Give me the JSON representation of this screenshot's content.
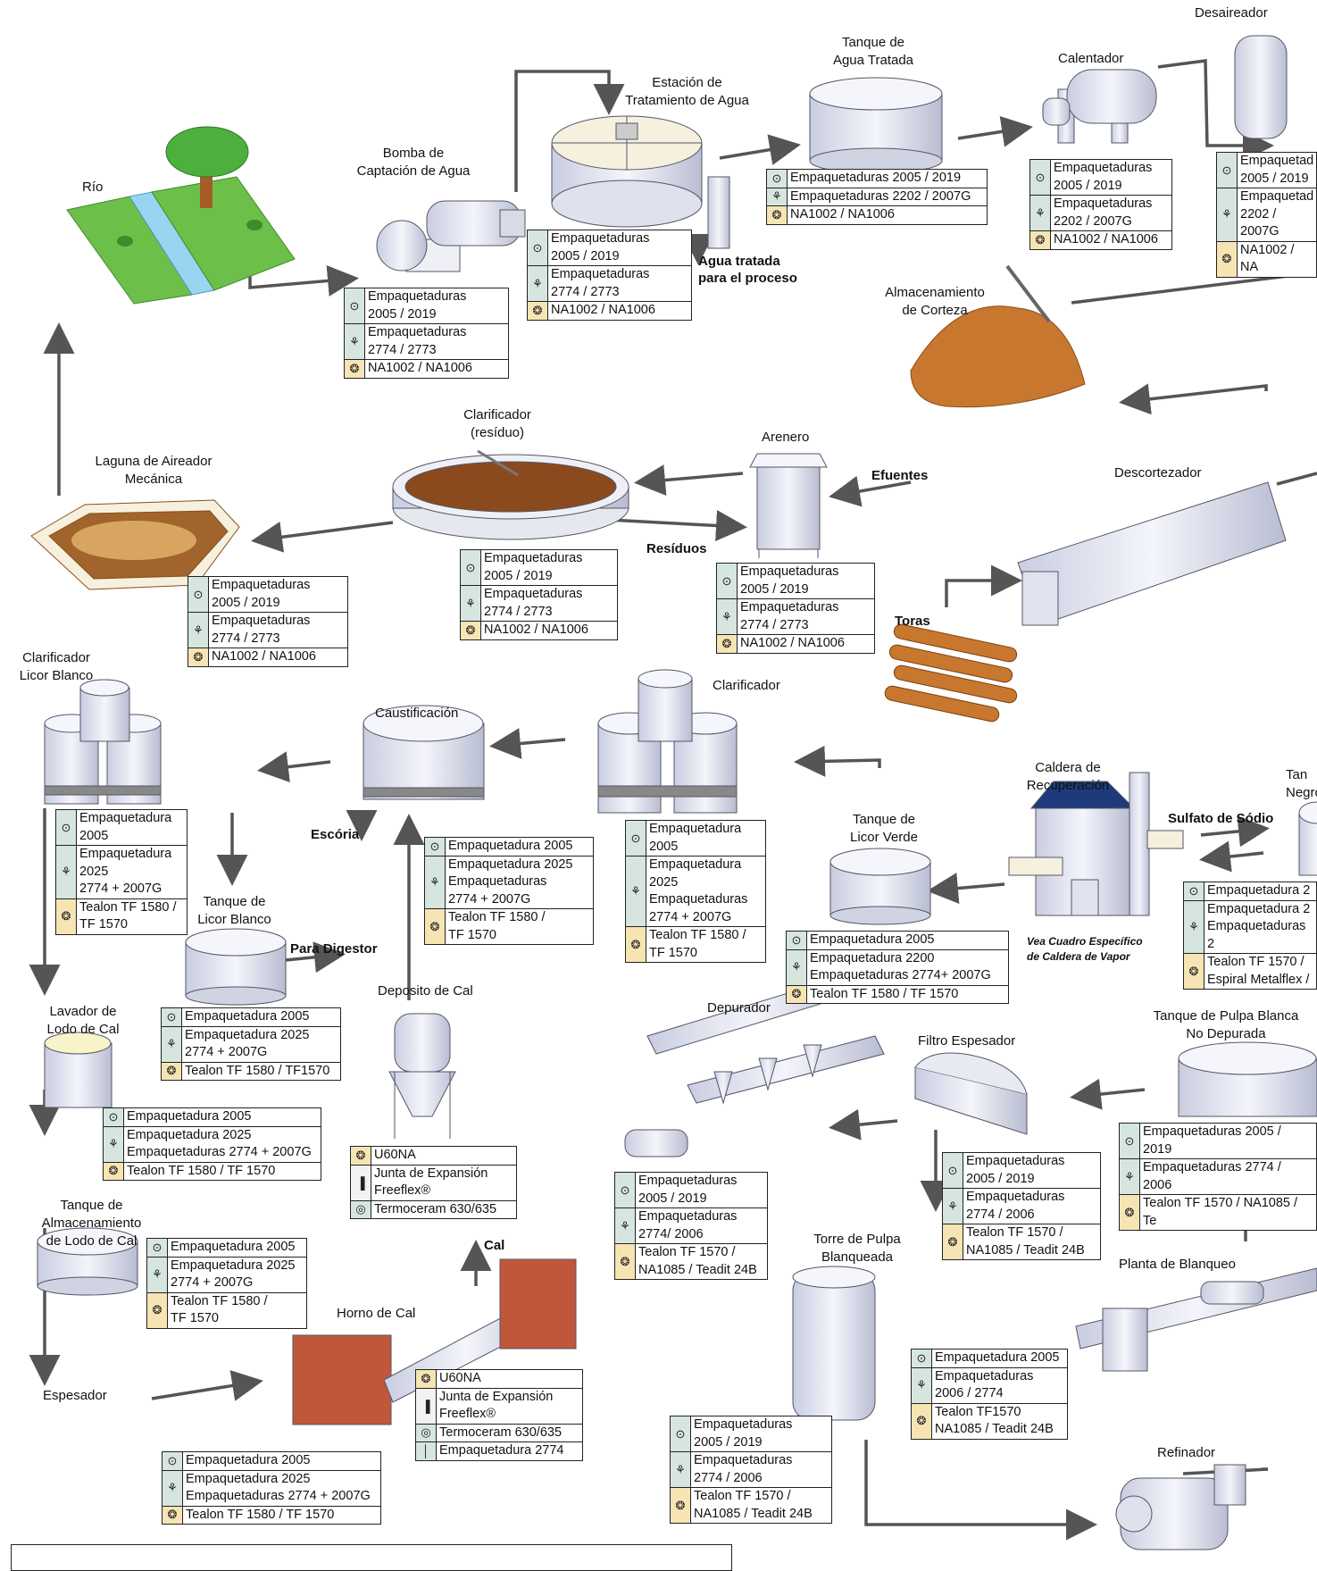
{
  "labels": {
    "rio": "Río",
    "bomba": "Bomba de\nCaptación de Agua",
    "estacion": "Estación de\nTratamiento de Agua",
    "agua_tratada": "Agua tratada\npara el proceso",
    "tanque_agua": "Tanque de\nAgua Tratada",
    "calentador": "Calentador",
    "desaireador": "Desaireador",
    "corteza": "Almacenamiento\nde Corteza",
    "clarificador_res": "Clarificador\n(resíduo)",
    "arenero": "Arenero",
    "efluentes": "Efuentes",
    "residuos": "Resíduos",
    "descortezador": "Descortezador",
    "toras": "Toras",
    "laguna": "Laguna de Aireador\nMecánica",
    "clar_licor": "Clarificador\nLicor Blanco",
    "caustificacion": "Caustificación",
    "clarificador": "Clarificador",
    "escoria": "Escória",
    "tanque_licor_blanco": "Tanque de\nLicor Blanco",
    "para_digestor": "Para Digestor",
    "tanque_licor_verde": "Tanque de\nLicor Verde",
    "caldera": "Caldera de\nRecuperación",
    "sulfato": "Sulfato de Sódio",
    "tanque_negro": "Tan\nNegro",
    "vea": "Vea Cuadro Específico\nde Caldera de Vapor",
    "lavador": "Lavador de\nLodo de Cal",
    "deposito": "Deposito de Cal",
    "depurador": "Depurador",
    "filtro": "Filtro Espesador",
    "tanque_pulpa": "Tanque de Pulpa Blanca\nNo Depurada",
    "tanque_almacen": "Tanque de Almacenamiento\nde Lodo de Cal",
    "cal": "Cal",
    "horno": "Horno de Cal",
    "torre": "Torre de Pulpa\nBlanqueada",
    "planta": "Planta de Blanqueo",
    "espesador": "Espesador",
    "refinador": "Refinador"
  },
  "tables": {
    "bomba": [
      [
        "pump",
        "Empaquetaduras\n2005 / 2019"
      ],
      [
        "valve",
        "Empaquetaduras\n2774 / 2773"
      ],
      [
        "gasket",
        "NA1002 / NA1006"
      ]
    ],
    "estacion": [
      [
        "pump",
        "Empaquetaduras\n2005 / 2019"
      ],
      [
        "valve",
        "Empaquetaduras\n2774 / 2773"
      ],
      [
        "gasket",
        "NA1002 / NA1006"
      ]
    ],
    "tanque_agua": [
      [
        "pump",
        "Empaquetaduras 2005 / 2019"
      ],
      [
        "valve",
        "Empaquetaduras 2202 / 2007G"
      ],
      [
        "gasket",
        "NA1002 / NA1006"
      ]
    ],
    "calentador": [
      [
        "pump",
        "Empaquetaduras\n2005 / 2019"
      ],
      [
        "valve",
        "Empaquetaduras\n2202 / 2007G"
      ],
      [
        "gasket",
        "NA1002 / NA1006"
      ]
    ],
    "desaireador": [
      [
        "pump",
        "Empaquetad\n2005 / 2019"
      ],
      [
        "valve",
        "Empaquetad\n2202 / 2007G"
      ],
      [
        "gasket",
        "NA1002 / NA"
      ]
    ],
    "laguna": [
      [
        "pump",
        "Empaquetaduras\n2005 / 2019"
      ],
      [
        "valve",
        "Empaquetaduras\n2774 / 2773"
      ],
      [
        "gasket",
        "NA1002 / NA1006"
      ]
    ],
    "clarificador_res": [
      [
        "pump",
        "Empaquetaduras\n2005 / 2019"
      ],
      [
        "valve",
        "Empaquetaduras\n2774 / 2773"
      ],
      [
        "gasket",
        "NA1002 / NA1006"
      ]
    ],
    "arenero": [
      [
        "pump",
        "Empaquetaduras\n2005 / 2019"
      ],
      [
        "valve",
        "Empaquetaduras\n2774 / 2773"
      ],
      [
        "gasket",
        "NA1002 / NA1006"
      ]
    ],
    "clar_licor": [
      [
        "pump",
        "Empaquetadura\n2005"
      ],
      [
        "valve",
        "Empaquetadura\n2025\n2774 + 2007G"
      ],
      [
        "gasket",
        "Tealon TF 1580 /\nTF 1570"
      ]
    ],
    "caustificacion": [
      [
        "pump",
        "Empaquetadura 2005"
      ],
      [
        "valve",
        "Empaquetadura 2025\nEmpaquetaduras\n2774 + 2007G"
      ],
      [
        "gasket",
        "Tealon TF 1580 /\nTF 1570"
      ]
    ],
    "clarificador": [
      [
        "pump",
        "Empaquetadura\n2005"
      ],
      [
        "valve",
        "Empaquetadura\n2025\nEmpaquetaduras\n2774 + 2007G"
      ],
      [
        "gasket",
        "Tealon TF 1580 /\nTF 1570"
      ]
    ],
    "tanque_licor_verde": [
      [
        "pump",
        "Empaquetadura 2005"
      ],
      [
        "valve",
        "Empaquetadura 2200\nEmpaquetaduras 2774+ 2007G"
      ],
      [
        "gasket",
        "Tealon TF 1580 / TF 1570"
      ]
    ],
    "tanque_negro": [
      [
        "pump",
        "Empaquetadura 2"
      ],
      [
        "valve",
        "Empaquetadura 2\nEmpaquetaduras 2"
      ],
      [
        "gasket",
        "Tealon TF 1570 /\nEspiral Metalflex /"
      ]
    ],
    "tanque_licor_blanco": [
      [
        "pump",
        "Empaquetadura 2005"
      ],
      [
        "valve",
        "Empaquetadura 2025\n2774 + 2007G"
      ],
      [
        "gasket",
        "Tealon TF 1580 / TF1570"
      ]
    ],
    "lavador": [
      [
        "pump",
        "Empaquetadura 2005"
      ],
      [
        "valve",
        "Empaquetadura 2025\nEmpaquetaduras 2774 + 2007G"
      ],
      [
        "gasket",
        "Tealon TF 1580 / TF 1570"
      ]
    ],
    "deposito": [
      [
        "gasket",
        "U60NA"
      ],
      [
        "joint",
        "Junta de Expansión\nFreeflex®"
      ],
      [
        "cera",
        "Termoceram 630/635"
      ]
    ],
    "depurador": [
      [
        "pump",
        "Empaquetaduras\n2005 / 2019"
      ],
      [
        "valve",
        "Empaquetaduras\n2774/ 2006"
      ],
      [
        "gasket",
        "Tealon TF 1570 /\nNA1085 / Teadit 24B"
      ]
    ],
    "filtro": [
      [
        "pump",
        "Empaquetaduras\n2005 / 2019"
      ],
      [
        "valve",
        "Empaquetaduras\n2774 / 2006"
      ],
      [
        "gasket",
        "Tealon TF 1570 /\nNA1085 / Teadit 24B"
      ]
    ],
    "tanque_pulpa": [
      [
        "pump",
        "Empaquetaduras 2005 / 2019"
      ],
      [
        "valve",
        "Empaquetaduras 2774 / 2006"
      ],
      [
        "gasket",
        "Tealon TF 1570 / NA1085 / Te"
      ]
    ],
    "tanque_almacen": [
      [
        "pump",
        "Empaquetadura 2005"
      ],
      [
        "valve",
        "Empaquetadura 2025\n2774 + 2007G"
      ],
      [
        "gasket",
        "Tealon TF 1580 /\nTF 1570"
      ]
    ],
    "horno": [
      [
        "gasket",
        "U60NA"
      ],
      [
        "joint",
        "Junta de Expansión\nFreeflex®"
      ],
      [
        "cera",
        "Termoceram 630/635"
      ],
      [
        "pack",
        "Empaquetadura 2774"
      ]
    ],
    "planta": [
      [
        "pump",
        "Empaquetadura 2005"
      ],
      [
        "valve",
        "Empaquetaduras\n2006 / 2774"
      ],
      [
        "gasket",
        "Tealon TF1570\nNA1085 / Teadit 24B"
      ]
    ],
    "torre": [
      [
        "pump",
        "Empaquetaduras\n2005 / 2019"
      ],
      [
        "valve",
        "Empaquetaduras\n2774 / 2006"
      ],
      [
        "gasket",
        "Tealon TF 1570 /\nNA1085 / Teadit 24B"
      ]
    ],
    "espesador": [
      [
        "pump",
        "Empaquetadura 2005"
      ],
      [
        "valve",
        "Empaquetadura 2025\nEmpaquetaduras 2774 + 2007G"
      ],
      [
        "gasket",
        "Tealon TF 1580 / TF 1570"
      ]
    ]
  },
  "colors": {
    "line": "#555555",
    "tank": "#eef0f6",
    "bark": "#c8772e",
    "grass": "#6cc04a",
    "water": "#9ad4f0",
    "sludge": "#8b4a1e"
  }
}
